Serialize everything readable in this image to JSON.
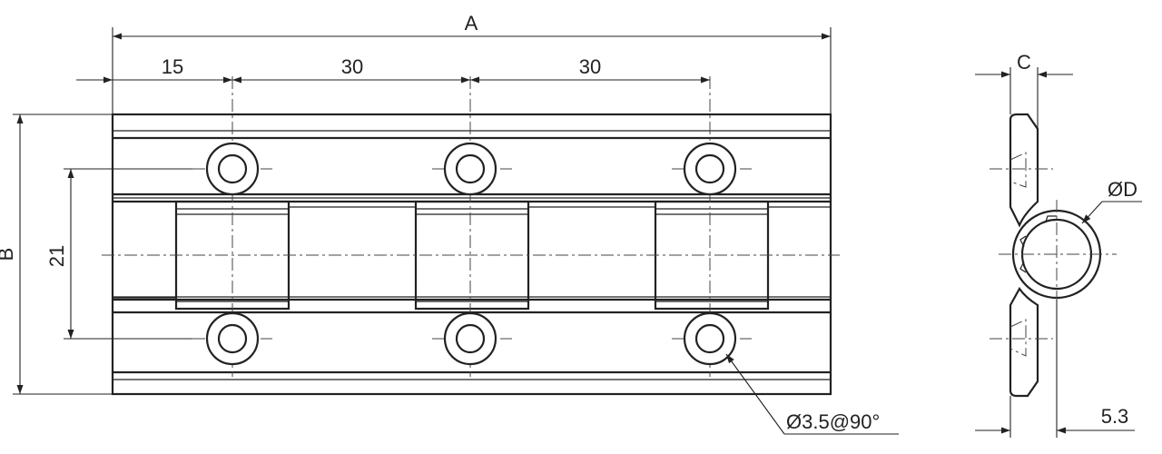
{
  "dimensions": {
    "overall_length": "A",
    "overall_width": "B",
    "thickness": "C",
    "pin_diameter": "ØD",
    "first_hole_offset": "15",
    "hole_pitch_1": "30",
    "hole_pitch_2": "30",
    "hole_row_spacing": "21",
    "hole_spec": "Ø3.5@90°",
    "edge_offset": "5.3"
  }
}
